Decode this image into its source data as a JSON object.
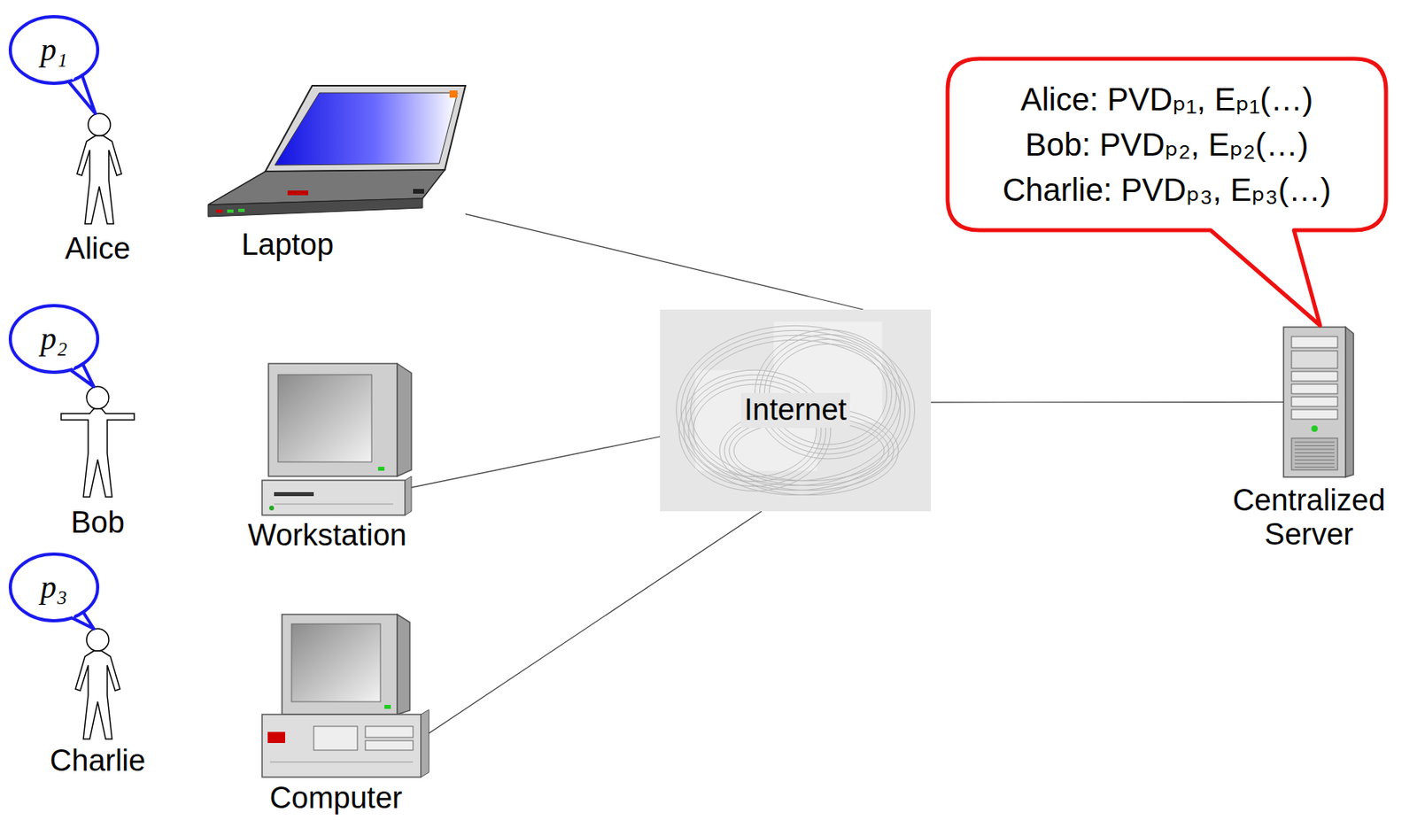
{
  "diagram": {
    "nodes": [
      {
        "text": [
          "p₁"
        ]
      },
      {
        "text": [
          "p₂"
        ]
      },
      {
        "text": [
          "p₃"
        ]
      },
      {
        "text": [
          "Laptop"
        ]
      },
      {
        "text": [
          "Workstation"
        ]
      },
      {
        "text": [
          "Computer"
        ]
      },
      {
        "text": [
          "Internet"
        ]
      },
      {
        "text": [
          "Alice: PVDₚ₁, Eₚ₁(…)",
          "Bob: PVDₚ₂, Eₚ₂(…)",
          "Charlie: PVDₚ₃, Eₚ₃(…)"
        ]
      },
      {
        "text": [
          "Centralized Server"
        ]
      }
    ],
    "edges": [
      {
        "from": 3,
        "to": 6,
        "arrow": "none"
      },
      {
        "from": 4,
        "to": 6,
        "arrow": "none"
      },
      {
        "from": 5,
        "to": 6,
        "arrow": "none"
      },
      {
        "from": 6,
        "to": 8,
        "arrow": "none"
      }
    ],
    "labels": [
      "Alice",
      "Bob",
      "Charlie"
    ]
  }
}
